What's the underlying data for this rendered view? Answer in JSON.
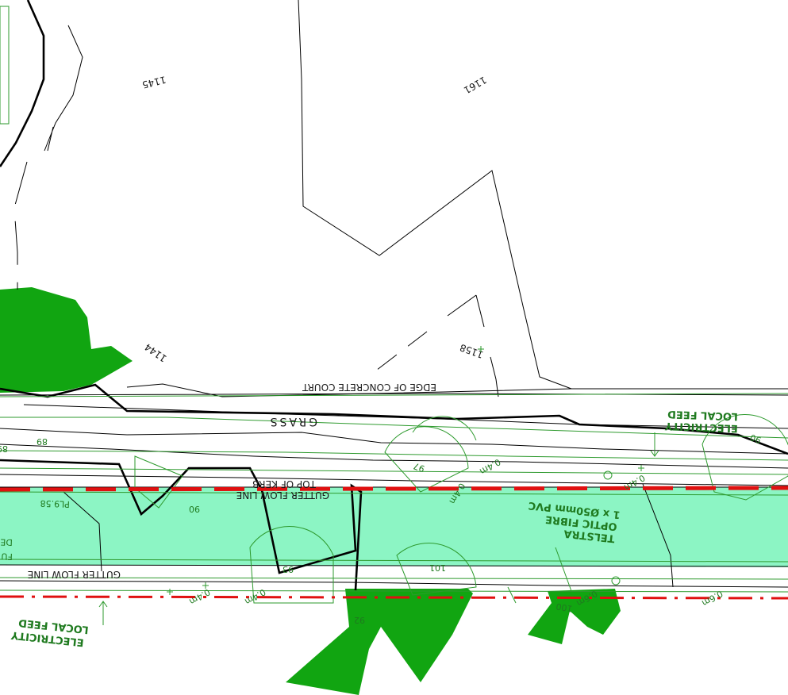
{
  "colors": {
    "background": "#ffffff",
    "road_reserve": "#8cf5c4",
    "tree_fill": "#11a511",
    "survey_line": "#000000",
    "service_line": "#2e9a2e",
    "utility_dash": "#e01010"
  },
  "labels": {
    "edge_of_court": "EDGE OF CONCRETE COURT",
    "grass": "GRASS",
    "top_of_kerb": "TOP OF KERB",
    "gutter_flow_upper": "GUTTER FLOW LINE",
    "gutter_flow_lower": "GUTTER FLOW LINE",
    "telstra_1": "TELSTRA",
    "telstra_2": "OPTIC FIBRE",
    "telstra_3": "1 x Ø50mm PVC",
    "elec_right_1": "LOCAL FEED",
    "elec_right_2": "ELECTRICITY",
    "elec_left_1": "LOCAL FEED",
    "elec_left_2": "ELECTRICITY",
    "pl": "PL9.58",
    "left_cut_1": "FU",
    "left_cut_2": "DE"
  },
  "contours": [
    "1145",
    "1161",
    "1144",
    "1158"
  ],
  "spot_levels": [
    "89",
    "90",
    "97",
    "90",
    "93",
    "101",
    "92",
    "100",
    "89"
  ],
  "depths": [
    "0.4m",
    "0.4m",
    "0.4m",
    "0.4m",
    "0.4m",
    "0.6m",
    "0.6m"
  ]
}
